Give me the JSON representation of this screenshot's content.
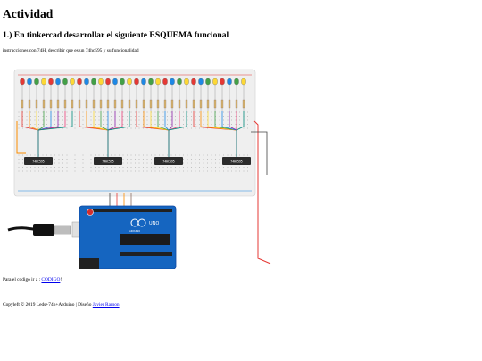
{
  "heading": "Actividad",
  "subheading": "1.) En tinkercad desarrollar el siguiente ESQUEMA funcional",
  "instructions": "instrucciones con 74H, describir que es un 74hc595 y su funcionalidad",
  "code_prefix": "Para el codigo ir a : ",
  "code_link": "CODIGO",
  "code_suffix": "!",
  "footer_text": "Copyleft © 2019 Leds+74h+Arduino | Diseño ",
  "footer_link": "Javier Ramon",
  "figure": {
    "ic_label": "74HC595",
    "arduino_label": "UNO",
    "arduino_brand": "ARDUINO",
    "led_colors": [
      "#e53935",
      "#1e88e5",
      "#43a047",
      "#fdd835"
    ],
    "breadboard_color": "#efefef",
    "arduino_color": "#1565c0"
  }
}
